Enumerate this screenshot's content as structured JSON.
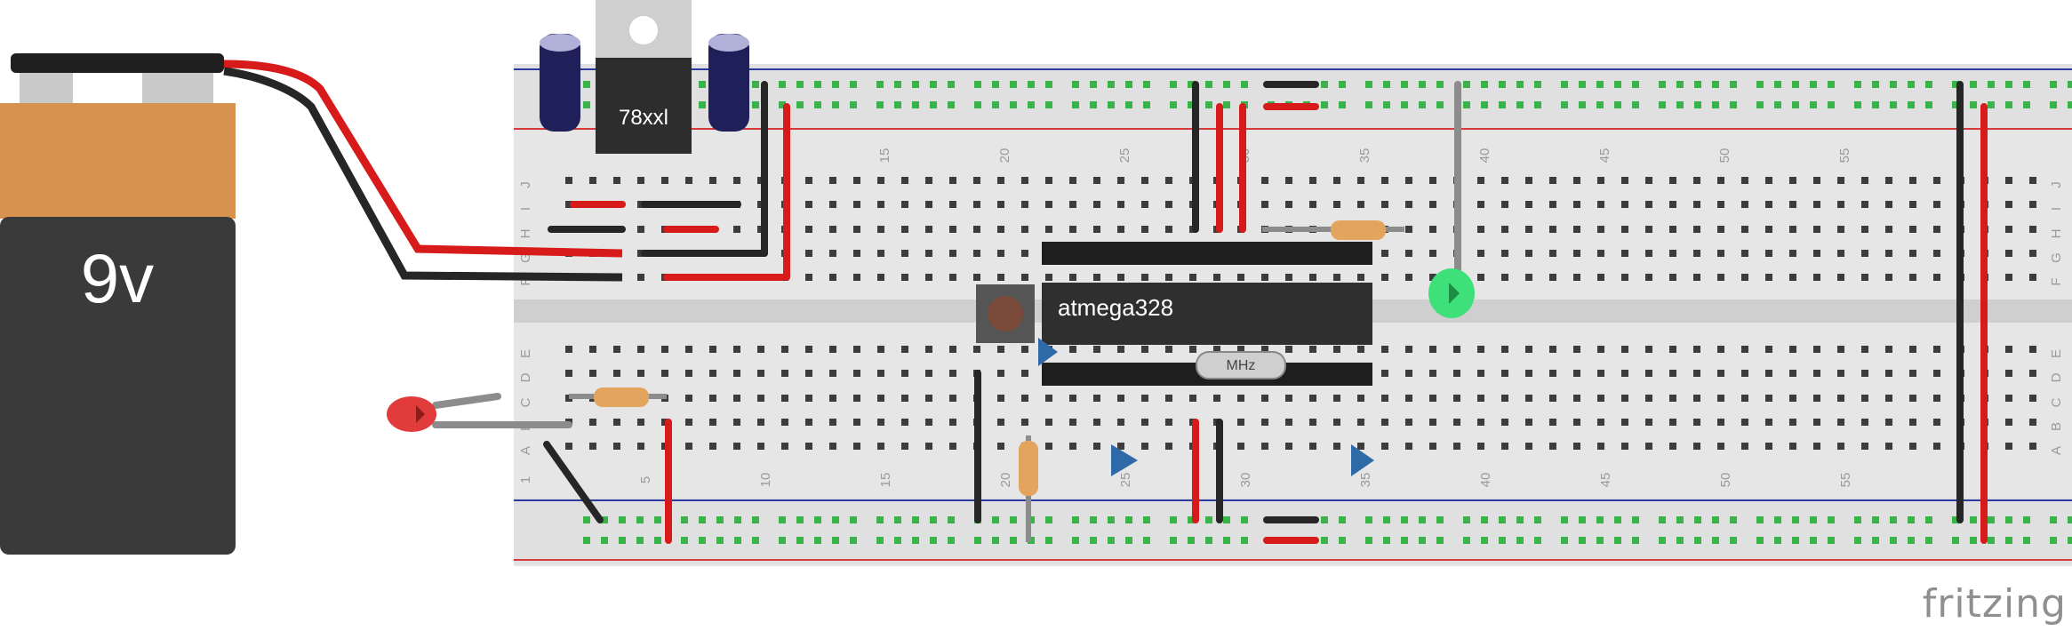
{
  "battery": {
    "label": "9v"
  },
  "regulator": {
    "label": "78xxl"
  },
  "chip": {
    "label": "atmega328"
  },
  "crystal": {
    "label": "MHz"
  },
  "watermark": {
    "label": "fritzing"
  },
  "breadboard": {
    "top_row_letters": [
      "J",
      "I",
      "H",
      "G",
      "F"
    ],
    "bottom_row_letters": [
      "E",
      "D",
      "C",
      "B",
      "A"
    ],
    "top_column_numbers": [
      "15",
      "20",
      "25",
      "30",
      "35",
      "40",
      "45",
      "50",
      "55"
    ],
    "bottom_column_numbers": [
      "1",
      "5",
      "10",
      "15",
      "20",
      "25",
      "30",
      "35",
      "40",
      "45",
      "50",
      "55"
    ]
  },
  "colors": {
    "wire_red": "#d71a1a",
    "wire_black": "#262626",
    "wire_grey": "#8c8c8c",
    "board": "#e3e3e3",
    "rail_blue": "#2b3a9e",
    "rail_red": "#d63b3b",
    "hole": "#3c3c3c",
    "hole_active": "#38b44a",
    "battery_copper": "#d8924f",
    "battery_body": "#3a3a3a",
    "chip_body": "#2f2f2f",
    "led_red": "#e23b3b",
    "led_green": "#3ee07a",
    "capacitor_ceramic": "#2f6aa8",
    "capacitor_electrolytic": "#1f1f5a"
  }
}
